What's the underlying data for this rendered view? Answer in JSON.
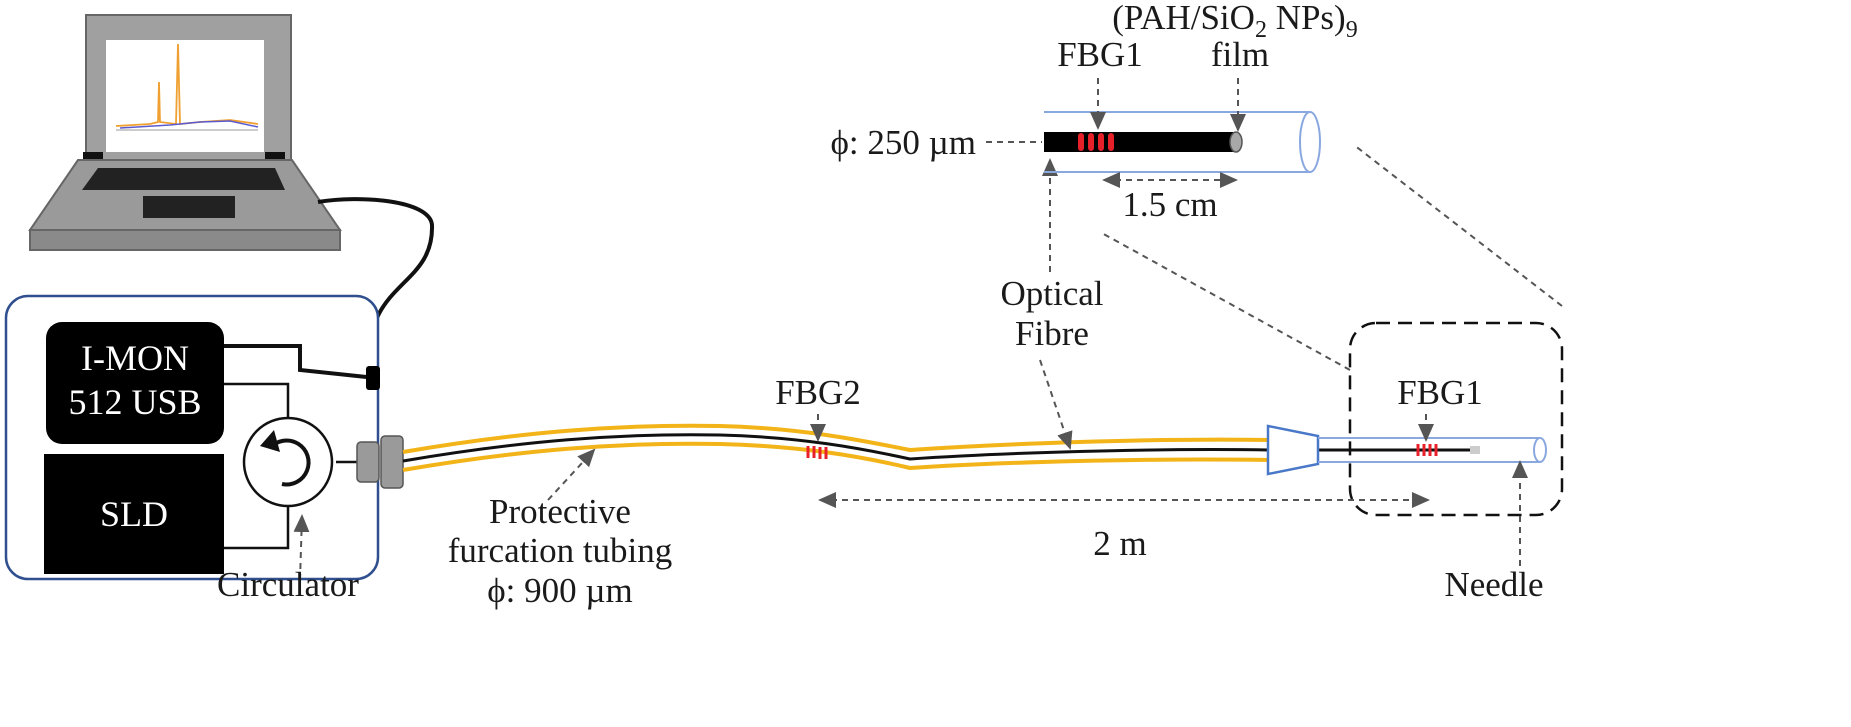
{
  "devices": {
    "interrogator_line1": "I-MON",
    "interrogator_line2": "512 USB",
    "source": "SLD",
    "circulator": "Circulator"
  },
  "labels": {
    "tubing_line1": "Protective",
    "tubing_line2": "furcation tubing",
    "tubing_diameter": "ϕ: 900 µm",
    "fbg2": "FBG2",
    "optical_line1": "Optical",
    "optical_line2": "Fibre",
    "fbg1": "FBG1",
    "needle": "Needle",
    "length": "2 m"
  },
  "inset": {
    "film_line1": "(PAH/SiO",
    "film_sub": "2",
    "film_line1b": " NPs)",
    "film_sub2": "9",
    "film_line2": "film",
    "fbg1": "FBG1",
    "fiber_diameter": "ϕ: 250 µm",
    "grating_length": "1.5 cm"
  },
  "colors": {
    "tubing": "#f2b418",
    "fiber": "#111111",
    "grating": "#e8202a",
    "needle": "#6a8fd0",
    "box_border": "#2f4f8f",
    "laptop": "#9a9a9a",
    "spectrum_orange": "#f0a030",
    "spectrum_blue": "#5a5ad0"
  }
}
